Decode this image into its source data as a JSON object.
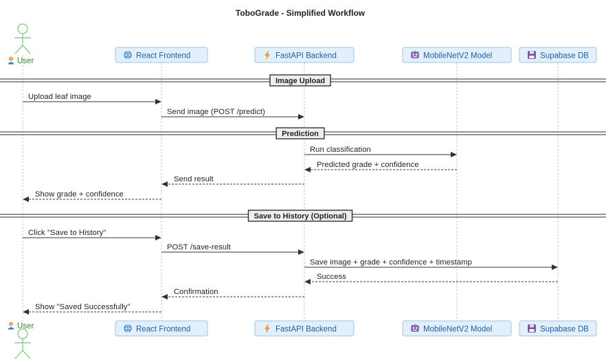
{
  "title": "ToboGrade - Simplified Workflow",
  "actor": {
    "label": "User",
    "icon": "person-icon"
  },
  "participants": [
    {
      "id": "frontend",
      "label": "React Frontend",
      "icon": "globe-icon"
    },
    {
      "id": "backend",
      "label": "FastAPI Backend",
      "icon": "lightning-icon"
    },
    {
      "id": "model",
      "label": "MobileNetV2 Model",
      "icon": "robot-icon"
    },
    {
      "id": "db",
      "label": "Supabase DB",
      "icon": "floppy-disk-icon"
    }
  ],
  "sections": [
    {
      "label": "Image Upload",
      "messages": [
        {
          "from": "user",
          "to": "frontend",
          "text": "Upload leaf image",
          "style": "solid"
        },
        {
          "from": "frontend",
          "to": "backend",
          "text": "Send image (POST /predict)",
          "style": "solid"
        }
      ]
    },
    {
      "label": "Prediction",
      "messages": [
        {
          "from": "backend",
          "to": "model",
          "text": "Run classification",
          "style": "solid"
        },
        {
          "from": "model",
          "to": "backend",
          "text": "Predicted grade + confidence",
          "style": "dashed"
        },
        {
          "from": "backend",
          "to": "frontend",
          "text": "Send result",
          "style": "dashed"
        },
        {
          "from": "frontend",
          "to": "user",
          "text": "Show grade + confidence",
          "style": "dashed"
        }
      ]
    },
    {
      "label": "Save to History (Optional)",
      "messages": [
        {
          "from": "user",
          "to": "frontend",
          "text": "Click \"Save to History\"",
          "style": "solid"
        },
        {
          "from": "frontend",
          "to": "backend",
          "text": "POST /save-result",
          "style": "solid"
        },
        {
          "from": "backend",
          "to": "db",
          "text": "Save image + grade + confidence + timestamp",
          "style": "solid"
        },
        {
          "from": "db",
          "to": "backend",
          "text": "Success",
          "style": "dashed"
        },
        {
          "from": "backend",
          "to": "frontend",
          "text": "Confirmation",
          "style": "dashed"
        },
        {
          "from": "frontend",
          "to": "user",
          "text": "Show \"Saved Successfully\"",
          "style": "dashed"
        }
      ]
    }
  ],
  "colors": {
    "participant_fill": "#e3f0fb",
    "participant_border": "#9cc4e4",
    "participant_text": "#1a5fa8",
    "actor_stroke": "#7cc47c",
    "actor_text": "#2e8b2e",
    "lifeline": "#c9c9c9",
    "arrow": "#333333",
    "section_fill": "#eeeeee"
  }
}
